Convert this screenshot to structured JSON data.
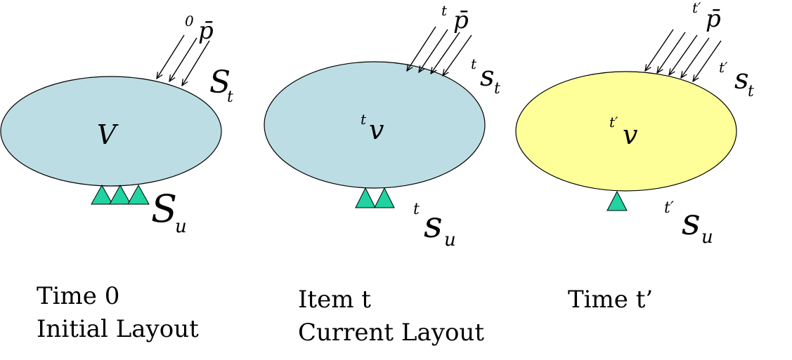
{
  "colors": {
    "blue_fill": "#bddde4",
    "yellow_fill": "#ffff99",
    "support_fill": "#20d3a0",
    "outline": "#000000"
  },
  "panels": [
    {
      "body_label": "V",
      "body_prefix": "",
      "load_prefix": "0",
      "load_symbol": "p̄",
      "traction_prefix": "",
      "traction_symbol": "S",
      "traction_sub": "t",
      "support_prefix": "",
      "support_symbol": "S",
      "support_sub": "u",
      "caption_line1": "Time 0",
      "caption_line2": "Initial Layout"
    },
    {
      "body_label": "v",
      "body_prefix": "t",
      "load_prefix": "t",
      "load_symbol": "p̄",
      "traction_prefix": "t",
      "traction_symbol": "s",
      "traction_sub": "t",
      "support_prefix": "t",
      "support_symbol": "s",
      "support_sub": "u",
      "caption_line1": "Item t",
      "caption_line2": "Current Layout"
    },
    {
      "body_label": "v",
      "body_prefix": "t′",
      "load_prefix": "t′",
      "load_symbol": "p̄",
      "traction_prefix": "t′",
      "traction_symbol": "s",
      "traction_sub": "t",
      "support_prefix": "t′",
      "support_symbol": "s",
      "support_sub": "u",
      "caption_line1": "Time t’",
      "caption_line2": ""
    }
  ]
}
